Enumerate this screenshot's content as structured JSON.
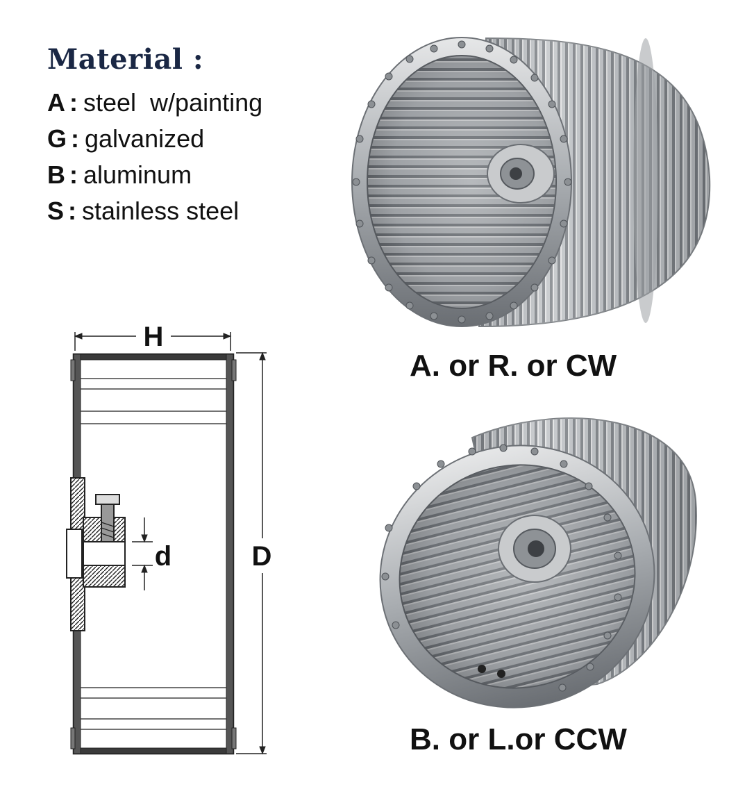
{
  "material": {
    "title": "Material :",
    "items": [
      {
        "code": "A",
        "sep": ":",
        "name": "steel  w/painting"
      },
      {
        "code": "G",
        "sep": ":",
        "name": "galvanized"
      },
      {
        "code": "B",
        "sep": ":",
        "name": "aluminum"
      },
      {
        "code": "S",
        "sep": ":",
        "name": "stainless steel"
      }
    ]
  },
  "drawing": {
    "height_label": "H",
    "diameter_label": "D",
    "bore_label": "d"
  },
  "wheels": {
    "cw_caption": "A. or R. or CW",
    "ccw_caption": "B. or L.or CCW"
  }
}
